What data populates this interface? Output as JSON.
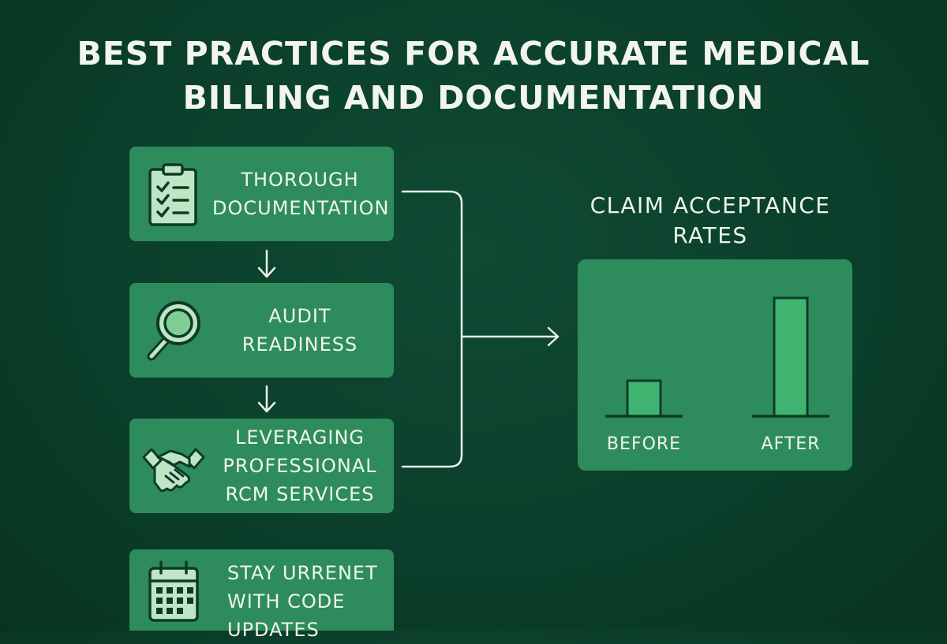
{
  "title": {
    "line1": "BEST PRACTICES FOR ACCURATE MEDICAL",
    "line2": "BILLING AND DOCUMENTATION"
  },
  "steps": [
    {
      "icon": "clipboard-checklist-icon",
      "lines": [
        "THOROUGH",
        "DOCUMENTATION"
      ]
    },
    {
      "icon": "magnifying-glass-icon",
      "lines": [
        "AUDIT",
        "READINESS"
      ]
    },
    {
      "icon": "handshake-icon",
      "lines": [
        "LEVERAGING",
        "PROFESSIONAL",
        "RCM SERVICES"
      ]
    },
    {
      "icon": "calendar-icon",
      "lines": [
        "STAY URRENET",
        "WITH CODE",
        "UPDATES"
      ]
    }
  ],
  "chart": {
    "title_line1": "CLAIM ACCEPTANCE",
    "title_line2": "RATES"
  },
  "chart_data": {
    "type": "bar",
    "title": "CLAIM ACCEPTANCE RATES",
    "categories": [
      "BEFORE",
      "AFTER"
    ],
    "values": [
      30,
      100
    ],
    "xlabel": "",
    "ylabel": "",
    "ylim": [
      0,
      100
    ],
    "grid": false
  },
  "colors": {
    "background": "#0b3f2b",
    "box": "#2e8c5c",
    "bar": "#3fb471",
    "icon_fill": "#bfe6c4",
    "icon_stroke": "#0d3b28",
    "text": "#eef5ea"
  }
}
